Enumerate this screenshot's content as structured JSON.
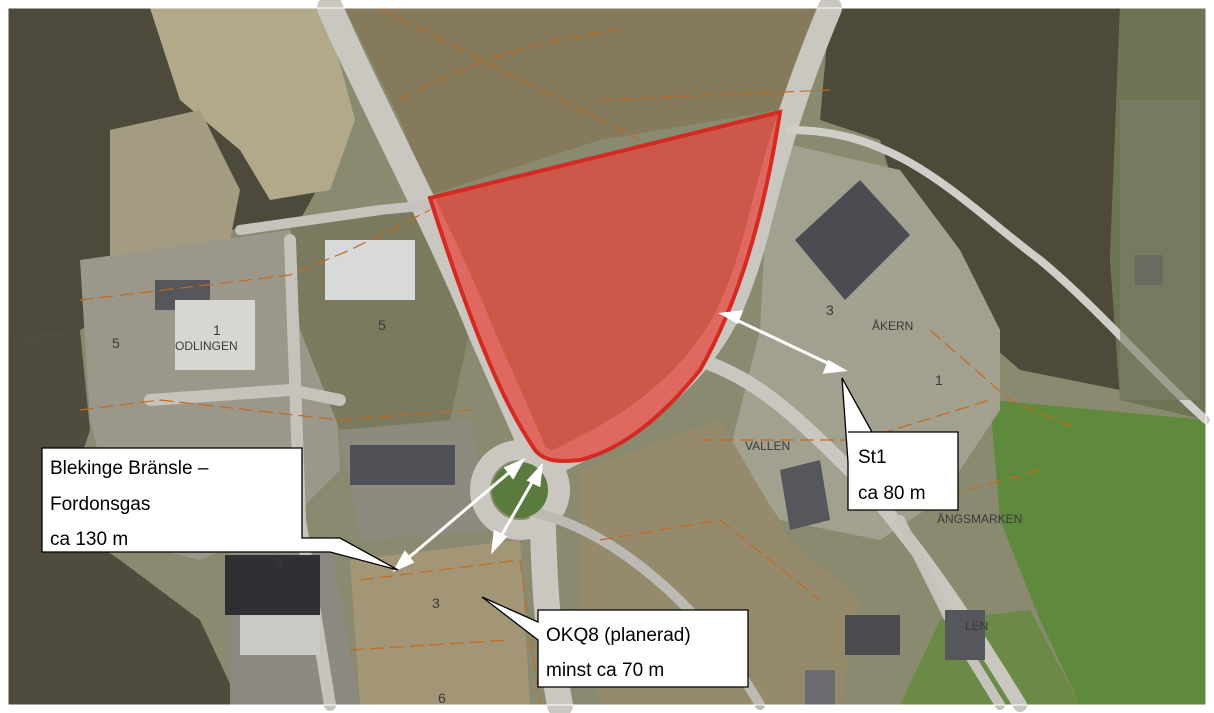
{
  "callouts": {
    "blekinge": {
      "lines": [
        "Blekinge Bränsle –",
        "Fordonsgas",
        "ca 130 m"
      ]
    },
    "st1": {
      "lines": [
        "St1",
        "ca 80 m"
      ]
    },
    "okq8": {
      "lines": [
        "OKQ8 (planerad)",
        "minst ca 70 m"
      ]
    }
  },
  "map_labels": {
    "odlingen": "ODLINGEN",
    "akern": "ÅKERN",
    "vallen": "VALLEN",
    "angsmarken": "ÄNGSMARKEN",
    "num_1_left": "1",
    "num_5_left": "5",
    "num_1_right": "1",
    "num_3_akern": "3",
    "num_3_bottom": "3",
    "num_2": "2",
    "num_6": "6",
    "num_5_mid": "5",
    "lilla": "LEN"
  },
  "colors": {
    "area_fill": "#e8453c",
    "area_stroke": "#d42a22",
    "arrow": "#ffffff",
    "callout_border": "#000000"
  }
}
